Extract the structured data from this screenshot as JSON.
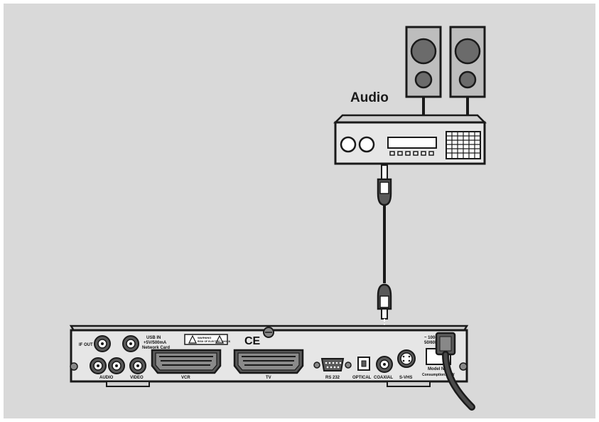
{
  "labels": {
    "audio": "Audio",
    "ce_mark": "CE"
  },
  "stb_ports": {
    "if_out": "IF OUT",
    "usb": "USB IN",
    "usb_sub1": "+5V/500mA",
    "usb_sub2": "Network Card",
    "audio": "AUDIO",
    "video": "VIDEO",
    "vcr": "VCR",
    "tv": "TV",
    "rs232": "RS 232",
    "optical": "OPTICAL",
    "coaxial": "COAXIAL",
    "svhs": "S-VHS",
    "power1": "~ 100-240V",
    "power2": "50/60Hz 30W",
    "rating1": "Model No.",
    "rating2": "Consumption: 30W"
  },
  "warning": {
    "line1": "WARNING",
    "line2": "RISK OF ELECTRIC SHOCK"
  },
  "colors": {
    "background": "#d9d9d9",
    "outline": "#1a1a1a",
    "device_fill": "#e6e6e6",
    "dark_fill": "#595959"
  }
}
